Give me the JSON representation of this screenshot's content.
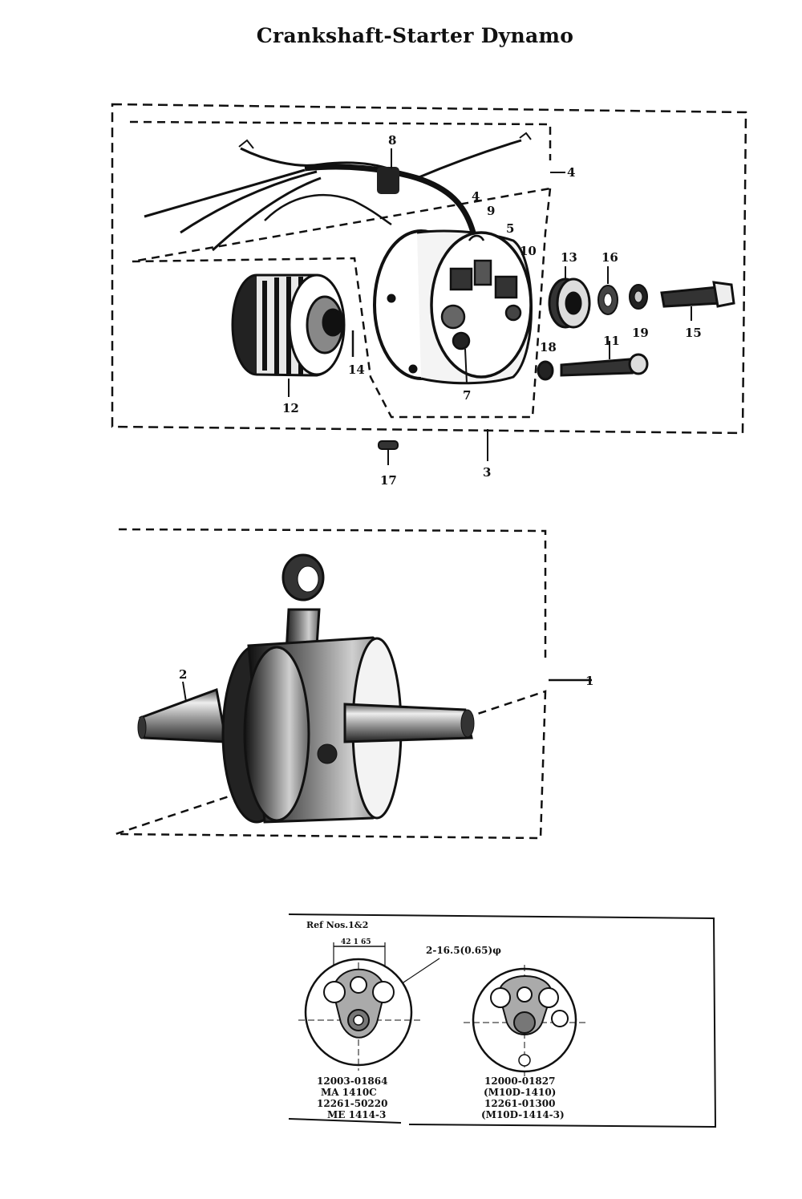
{
  "page": {
    "title": "Crankshaft-Starter Dynamo"
  },
  "dynamo_callouts": {
    "c1": "8",
    "c2": "4",
    "c3": "4",
    "c4": "9",
    "c5": "5",
    "c6": "10",
    "c7": "13",
    "c8": "16",
    "c9": "19",
    "c10": "15",
    "c11": "11",
    "c12": "18",
    "c13": "7",
    "c14": "14",
    "c15": "12",
    "c16": "17",
    "c17": "3"
  },
  "crank_callouts": {
    "c1": "2",
    "c2": "1"
  },
  "ref_panel": {
    "header": "Ref Nos.1&2",
    "dimension": "42 1 65",
    "hole_spec": "2-16.5(0.65)φ",
    "left_parts": [
      "12003-01864",
      "MA 1410C",
      "12261-50220",
      "ME 1414-3"
    ],
    "right_parts": [
      "12000-01827",
      "(M10D-1410)",
      "12261-01300",
      "(M10D-1414-3)"
    ]
  },
  "colors": {
    "ink": "#111111",
    "paper": "#ffffff"
  }
}
